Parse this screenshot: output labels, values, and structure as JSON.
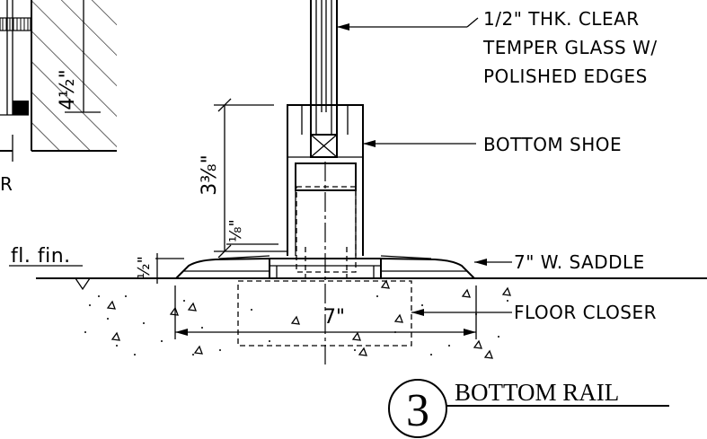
{
  "callouts": {
    "glass_line1": "1/2\" THK. CLEAR",
    "glass_line2": "TEMPER GLASS W/",
    "glass_line3": "POLISHED EDGES",
    "bottom_shoe": "BOTTOM SHOE",
    "saddle": "7\" W. SADDLE",
    "floor_closer": "FLOOR CLOSER",
    "floor_finish": "fl. fin.",
    "cut_off_letter": "R"
  },
  "dimensions": {
    "shoe_height": "3⅜\"",
    "saddle_gap": "⅛\"",
    "saddle_height": "½\"",
    "closer_width": "7\"",
    "detail_left": "4½\""
  },
  "title": {
    "number": "3",
    "label": "BOTTOM RAIL"
  }
}
